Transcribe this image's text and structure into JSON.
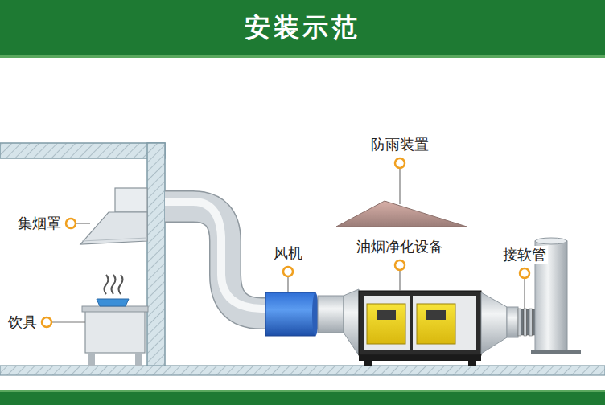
{
  "diagram": {
    "title": "安装示范",
    "labels": [
      "防雨装置",
      "集烟罩",
      "风机",
      "油烟净化设备",
      "接软管",
      "饮具"
    ]
  }
}
